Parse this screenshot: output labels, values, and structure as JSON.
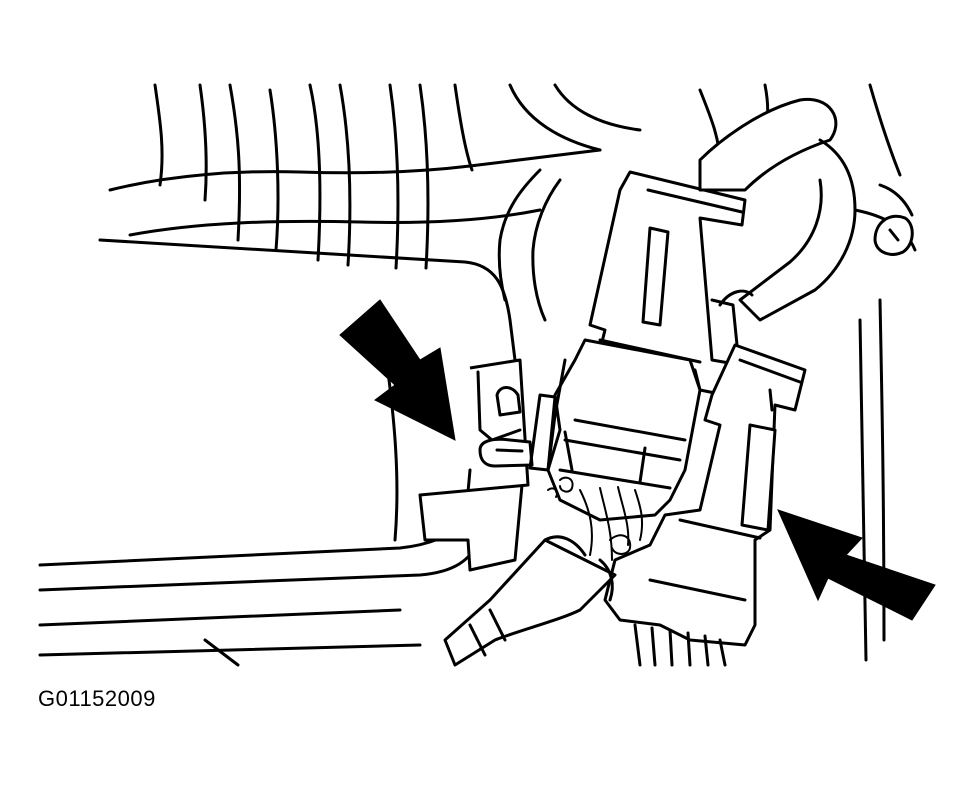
{
  "figure": {
    "code": "G01152009",
    "colors": {
      "line": "#000000",
      "background": "#ffffff"
    },
    "icons": [
      "callout-arrow",
      "callout-arrow"
    ]
  }
}
